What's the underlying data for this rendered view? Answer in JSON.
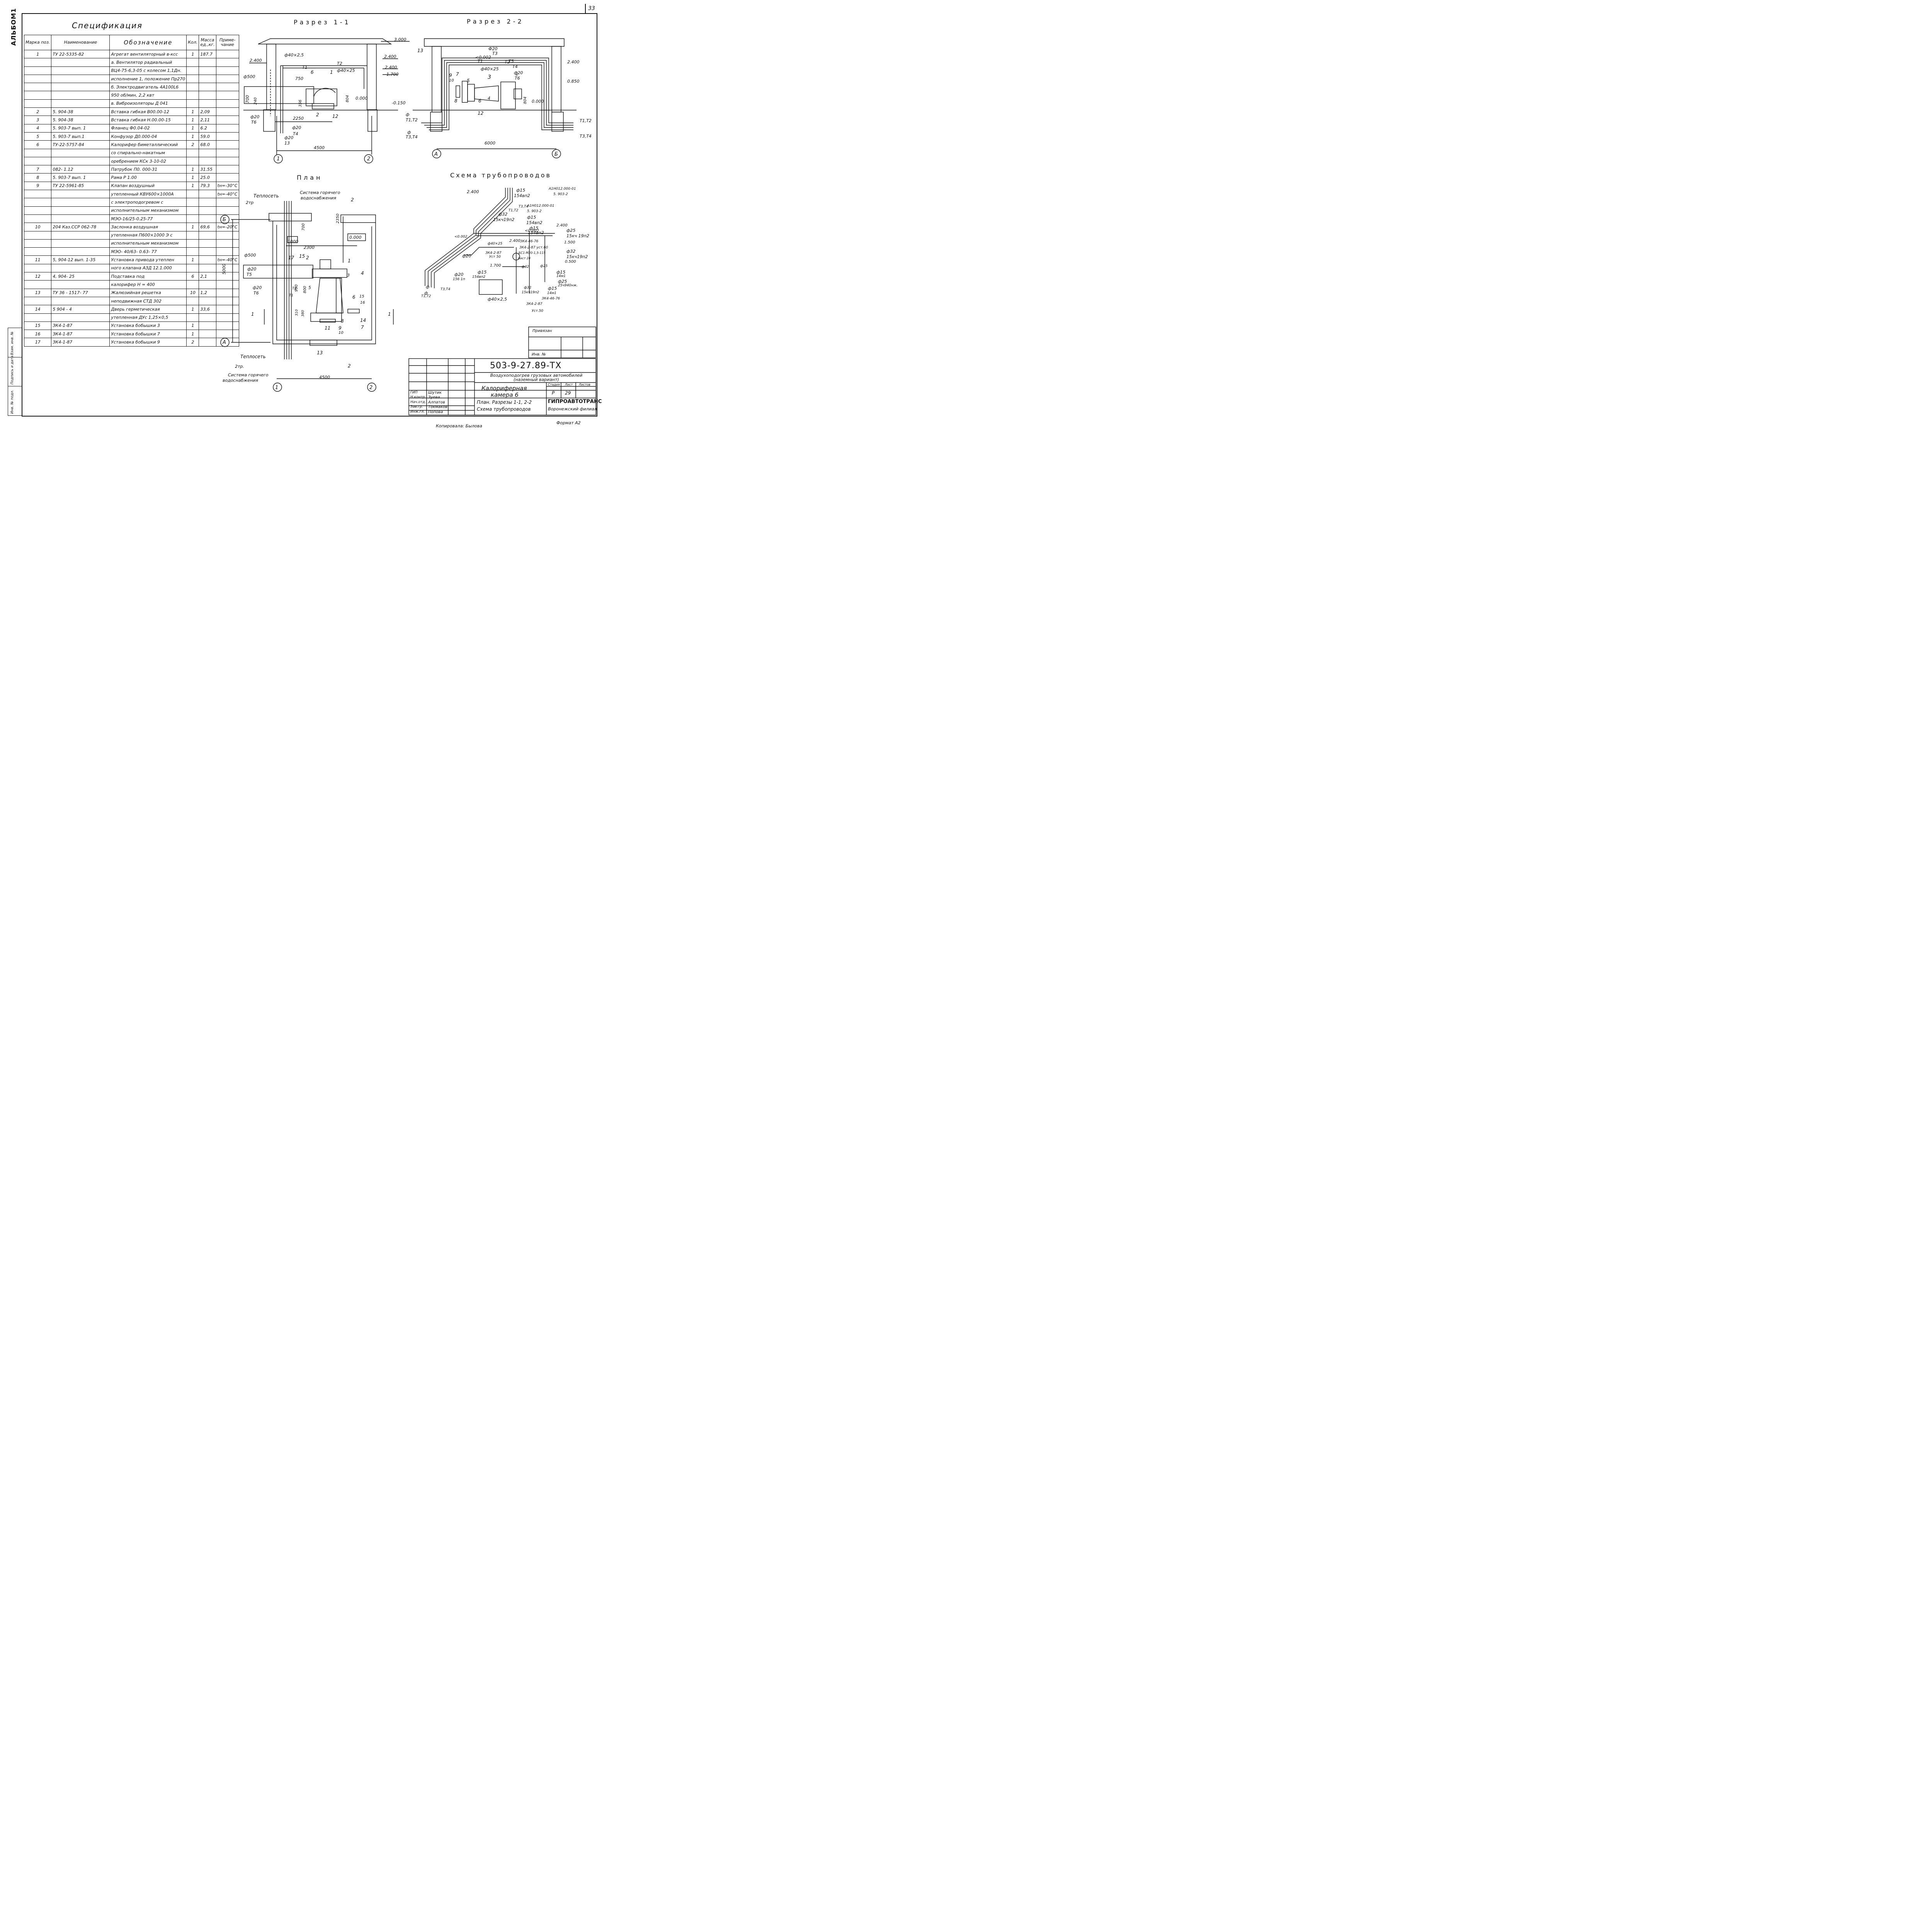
{
  "album_label": "АЛЬБОМ1",
  "page_number": "33",
  "spec": {
    "title": "Спецификация",
    "headers": [
      "Марка поз.",
      "Наименование",
      "Обозначение",
      "Кол.",
      "Масса ед.,кг.",
      "Приме- чание"
    ],
    "rows": [
      [
        "1",
        "ТУ 22-5335-82",
        "Агрегат вентиляторный в-ксс",
        "1",
        "187.7",
        ""
      ],
      [
        "",
        "",
        "а. Вентилятор радиальный",
        "",
        "",
        ""
      ],
      [
        "",
        "",
        "ВЦ4-75-6,3-05 с колесом 1,1Дн.",
        "",
        "",
        ""
      ],
      [
        "",
        "",
        "исполнение 1, положение Пр270",
        "",
        "",
        ""
      ],
      [
        "",
        "",
        "б. Электродвигатель 4А100L6",
        "",
        "",
        ""
      ],
      [
        "",
        "",
        "950 об/мин, 2,2 квт",
        "",
        "",
        ""
      ],
      [
        "",
        "",
        "в. Виброизоляторы Д 041",
        "",
        "",
        ""
      ],
      [
        "2",
        "5. 904-38",
        "Вставка гибкая В00.00-12",
        "1",
        "2,09",
        ""
      ],
      [
        "3",
        "5. 904-38",
        "Вставка гибкая Н.00.00-15",
        "1",
        "2,11",
        ""
      ],
      [
        "4",
        "5. 903-7 вып. 1",
        "Фланец Ф0.04-02",
        "1",
        "6.2",
        ""
      ],
      [
        "5",
        "5. 903-7 вып.1",
        "Конфузор Д0.000-04",
        "1",
        "59.0",
        ""
      ],
      [
        "6",
        "ТУ-22-5757-84",
        "Калорифер биметаллический",
        "2",
        "68.0",
        ""
      ],
      [
        "",
        "",
        "со спирально-накатным",
        "",
        "",
        ""
      ],
      [
        "",
        "",
        "оребрением КСк 3-10-02",
        "",
        "",
        ""
      ],
      [
        "7",
        "082- 1.12",
        "Патрубок П0. 000-31",
        "1",
        "31.55",
        ""
      ],
      [
        "8",
        "5. 903-7 вып. 1",
        "Рама Р 1.00",
        "1",
        "25.0",
        ""
      ],
      [
        "9",
        "ТУ 22-5961-85",
        "Клапан воздушный",
        "1",
        "79.3",
        "tн=-30°С"
      ],
      [
        "",
        "",
        "утепленный КВУ600×1000А",
        "",
        "",
        "tн=-40°С"
      ],
      [
        "",
        "",
        "с электроподогревом с",
        "",
        "",
        ""
      ],
      [
        "",
        "",
        "исполнительным механизмом",
        "",
        "",
        ""
      ],
      [
        "",
        "",
        "МЭО-16/25-0.25-77",
        "",
        "",
        ""
      ],
      [
        "10",
        "204 Каз.ССР 062-78",
        "Заслонка воздушная",
        "1",
        "69,6",
        "tн=-20°С"
      ],
      [
        "",
        "",
        "утепленная П600×1000 Э с",
        "",
        "",
        ""
      ],
      [
        "",
        "",
        "исполнительным механизмом",
        "",
        "",
        ""
      ],
      [
        "",
        "",
        "МЭО- 40/63- 0.63- 77",
        "",
        "",
        ""
      ],
      [
        "11",
        "5, 904-12 вып. 1-35",
        "Установка привода утеплен",
        "1",
        "",
        "tн=-40°С"
      ],
      [
        "",
        "",
        "ного клапана АЗД 12.1.000",
        "",
        "",
        ""
      ],
      [
        "12",
        "4, 904- 25",
        "Подставка под",
        "6",
        "2,1",
        ""
      ],
      [
        "",
        "",
        "калорифер Н = 400",
        "",
        "",
        ""
      ],
      [
        "13",
        "ТУ 36 - 1517- 77",
        "Жалюзийная решетка",
        "10",
        "1,2",
        ""
      ],
      [
        "",
        "",
        "неподвижная СТД 302",
        "",
        "",
        ""
      ],
      [
        "14",
        "5 904 - 4",
        "Дверь герметическая",
        "1",
        "33,6",
        ""
      ],
      [
        "",
        "",
        "утепленная ДУс 1,25×0,5",
        "",
        "",
        ""
      ],
      [
        "15",
        "ЗК4-1-87",
        "Установка бобышки 3",
        "1",
        "",
        ""
      ],
      [
        "16",
        "ЗК4-1-87",
        "Установка бобышки 7",
        "1",
        "",
        ""
      ],
      [
        "17",
        "ЗК4-1-87",
        "Установка бобышки 9",
        "2",
        "",
        ""
      ]
    ]
  },
  "views": {
    "section1_title": "Разрез 1-1",
    "section2_title": "Разрез 2-2",
    "plan_title": "План",
    "scheme_title": "Схема трубопроводов"
  },
  "section1": {
    "labels": [
      "3.000",
      "2.400",
      "2.400",
      "2.400",
      "1.700",
      "ф40×2,5",
      "ф40×25",
      "ф500",
      "750",
      "700",
      "240",
      "356",
      "804",
      "0.000",
      "-0.150",
      "ф20",
      "Т6",
      "2250",
      "ф20",
      "Т4",
      "ф20",
      "13",
      "4500",
      "1",
      "2",
      "Т1",
      "Т2",
      "6",
      "1",
      "2",
      "12"
    ]
  },
  "section2": {
    "labels": [
      "13",
      "Ф20",
      "Т3",
      "<0.002",
      "Т1",
      "Т2",
      "Т5",
      "Т4",
      "ф40×25",
      "ф20",
      "Т6",
      "2.400",
      "0.850",
      "9",
      "7",
      "10",
      "5",
      "3",
      "1",
      "8",
      "6",
      "4",
      "804",
      "0.000",
      "12",
      "ф",
      "Т1,Т2",
      "ф",
      "Т3,Т4",
      "Т1,Т2",
      "Т3,Т4",
      "6000",
      "А",
      "Б"
    ]
  },
  "plan": {
    "labels": [
      "Теплосеть",
      "2тр",
      "Система горячего",
      "водоснабжения",
      "2",
      "Б",
      "700",
      "1000",
      "2350",
      "0.000",
      "2300",
      "ф500",
      "17",
      "15",
      "2",
      "1",
      "3",
      "4",
      "ф20",
      "Т5",
      "ф20",
      "Т6",
      "5000",
      "990",
      "800",
      "5",
      "310",
      "380",
      "6",
      "15",
      "16",
      "14",
      "7",
      "8",
      "9",
      "10",
      "11",
      "1",
      "1",
      "А",
      "13",
      "Т1",
      "Т2",
      "Теплосеть",
      "2тр.",
      "2",
      "Система горячего",
      "водоснабжения",
      "4500",
      "1",
      "2"
    ]
  },
  "scheme": {
    "labels": [
      "2.400",
      "ф15",
      "154вп2",
      "А1Н012.000-01",
      "5. 903-2",
      "Т1,Т2",
      "Т3,Т4",
      "А1Н012.000-01",
      "5. 903-2",
      "ф15",
      "154вп2",
      "ф15",
      "154вп2",
      "ф32",
      "15кч19п2",
      "<0.002",
      "ф40×25",
      "2.400",
      "<0.002",
      "2.400",
      "ф25",
      "15кч 19п2",
      "ЗК4-2-87",
      "Уст 50",
      "ЗК4-46-76",
      "ЗК4-2-87 уст.60",
      "БС1-М20-1,5-115",
      "Лист 24",
      "1.500",
      "ф32",
      "15кч19п2",
      "0.500",
      "ф20",
      "1.700",
      "ф32",
      "ф25",
      "ф15",
      "14м1",
      "ф25",
      "25ч940нж.",
      "ф15",
      "154вп2",
      "ф20",
      "156 1п",
      "ф32",
      "15кч19п2",
      "ф15",
      "14м1",
      "ЗК4-46-76",
      "ЗК4-2-87",
      "Уст.50",
      "ф40×2,5",
      "ф",
      "Т1,Т2",
      "Т3,Т4",
      "ф"
    ]
  },
  "title_block": {
    "binding": "Привязан",
    "inv": "Инв. №",
    "code": "503-9-27.89-ТХ",
    "project": "Воздухоподогрев грузовых автомобилей (наземный вариант)",
    "object_line1": "Калориферная",
    "object_line2": "камера 6",
    "stage_hdr": "Стадия",
    "sheet_hdr": "Лист",
    "sheets_hdr": "Листов",
    "stage": "Р",
    "sheet": "29",
    "sheets": "",
    "roles": [
      "ГИП",
      "Н.контр.",
      "Нач.отд.",
      "Зав.гр.",
      "Инж.гл."
    ],
    "names": [
      "Шутик",
      "Зуева",
      "Алпатов",
      "Токмаков",
      "Попова"
    ],
    "sheet_name_line1": "План. Разрезы 1-1, 2-2",
    "sheet_name_line2": "Схема трубопроводов",
    "org1": "ГИПРОАВТОТРАНС",
    "org2": "Воронежский филиал",
    "copied": "Копировала: Былова",
    "format": "Формат А2"
  },
  "side_stamp": {
    "cells": [
      "Инв. № подл.",
      "Подпись и дата",
      "Взам. инв. №"
    ]
  }
}
